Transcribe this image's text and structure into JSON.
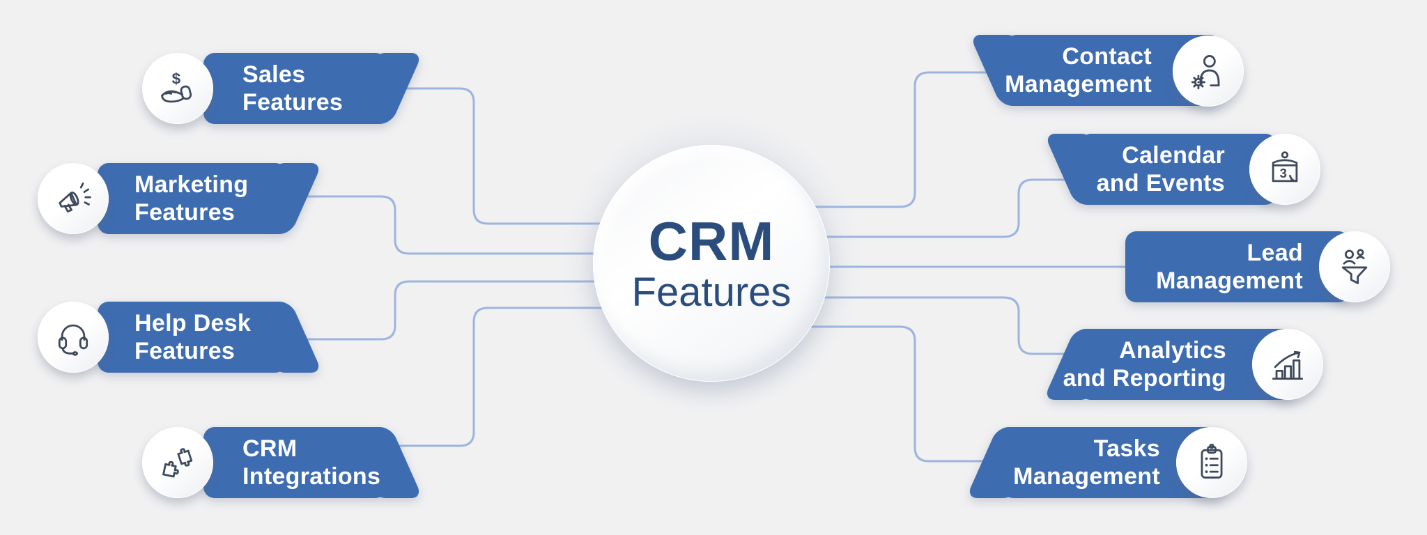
{
  "center": {
    "line1": "CRM",
    "line2": "Features"
  },
  "colors": {
    "background": "#f1f1f2",
    "banner_blue": "#3e6cb1",
    "title_navy": "#2b4d7e",
    "connector_blue": "#9db5de",
    "icon_stroke": "#3e4a5c",
    "badge_white": "#ffffff",
    "halo_gray": "#e7e9ed"
  },
  "nodes": {
    "left": [
      {
        "id": "sales",
        "label": "Sales\nFeatures",
        "icon": "money-hand-icon"
      },
      {
        "id": "marketing",
        "label": "Marketing\nFeatures",
        "icon": "megaphone-icon"
      },
      {
        "id": "helpdesk",
        "label": "Help Desk\nFeatures",
        "icon": "headset-icon"
      },
      {
        "id": "integrations",
        "label": "CRM\nIntegrations",
        "icon": "puzzle-pieces-icon"
      }
    ],
    "right": [
      {
        "id": "contact",
        "label": "Contact\nManagement",
        "icon": "person-gear-icon"
      },
      {
        "id": "calendar",
        "label": "Calendar\nand Events",
        "icon": "flip-calendar-icon"
      },
      {
        "id": "lead",
        "label": "Lead\nManagement",
        "icon": "people-funnel-icon"
      },
      {
        "id": "analytics",
        "label": "Analytics\nand Reporting",
        "icon": "bar-chart-icon"
      },
      {
        "id": "tasks",
        "label": "Tasks\nManagement",
        "icon": "clipboard-icon"
      }
    ]
  }
}
